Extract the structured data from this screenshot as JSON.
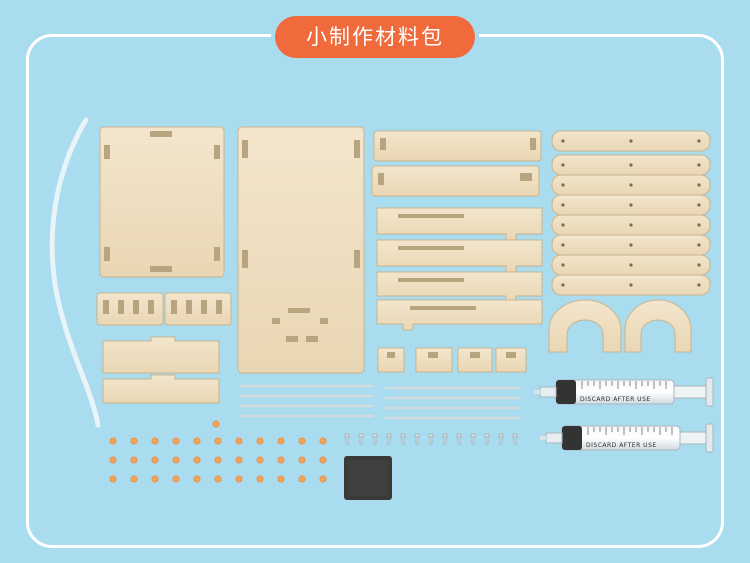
{
  "banner": {
    "title": "小制作材料包"
  },
  "syringes": [
    {
      "label": "DISCARD AFTER USE"
    },
    {
      "label": "DISCARD AFTER USE"
    }
  ],
  "colors": {
    "background": "#a9dcef",
    "frame": "#ffffff",
    "banner": "#f06a3b",
    "wood": "#efe0c4",
    "wood_edge": "#c9b48f",
    "bead": "#f4a15a",
    "sponge": "#3a3a3a"
  }
}
